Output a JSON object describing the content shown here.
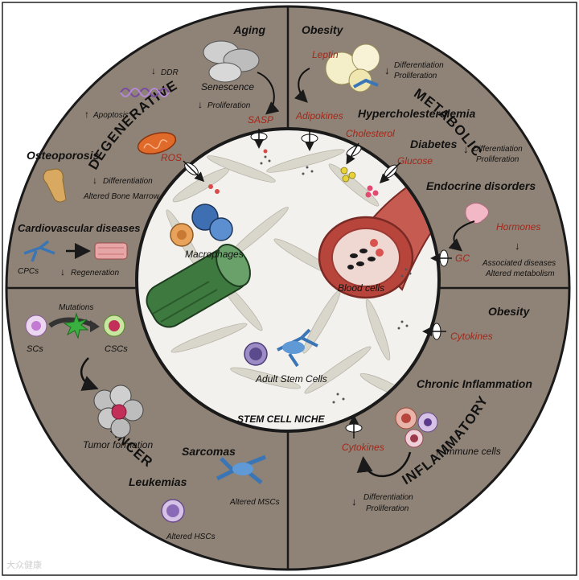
{
  "quadrants": {
    "degenerative": "DEGENERATIVE",
    "metabolic": "METABOLIC",
    "cancer": "CANCER",
    "inflammatory": "INFLAMMATORY"
  },
  "center": {
    "title": "STEM CELL NICHE",
    "macrophages": "Macrophages",
    "adult_stem_cells": "Adult Stem Cells",
    "blood_cells": "Blood cells"
  },
  "degenerative": {
    "aging": "Aging",
    "ddr": "DDR",
    "senescence": "Senescence",
    "apoptosis": "Apoptosis",
    "proliferation": "Proliferation",
    "sasp": "SASP",
    "ros": "ROS",
    "osteoporosis": "Osteoporosis",
    "differentiation": "Differentiation",
    "altered_bone_marrow": "Altered Bone Marrow",
    "cardiovascular": "Cardiovascular diseases",
    "cpcs": "CPCs",
    "regeneration": "Regeneration"
  },
  "metabolic": {
    "obesity": "Obesity",
    "leptin": "Leptin",
    "differentiation": "Differentiation",
    "proliferation": "Proliferation",
    "adipokines": "Adipokines",
    "hypercholesterolemia": "Hypercholesterolemia",
    "cholesterol": "Cholesterol",
    "diabetes": "Diabetes",
    "glucose": "Glucose",
    "diff2": "Differentiation",
    "prolif2": "Proliferation",
    "endocrine": "Endocrine disorders",
    "hormones": "Hormones",
    "gc": "GC",
    "associated_diseases": "Associated diseases",
    "altered_metabolism": "Altered metabolism"
  },
  "inflammatory": {
    "obesity": "Obesity",
    "cytokines1": "Cytokines",
    "chronic_inflammation": "Chronic Inflammation",
    "immune_cells": "Immune cells",
    "cytokines2": "Cytokines",
    "differentiation": "Differentiation",
    "proliferation": "Proliferation"
  },
  "cancer": {
    "mutations": "Mutations",
    "scs": "SCs",
    "cscs": "CSCs",
    "tumor_formation": "Tumor formation",
    "sarcomas": "Sarcomas",
    "altered_mscs": "Altered MSCs",
    "leukemias": "Leukemias",
    "altered_hscs": "Altered HSCs"
  },
  "watermark": "大众健康",
  "colors": {
    "ring": "#8f8276",
    "red_label": "#a3281a",
    "niche_bg": "#f3f1ee",
    "outline": "#1a1a1a"
  }
}
